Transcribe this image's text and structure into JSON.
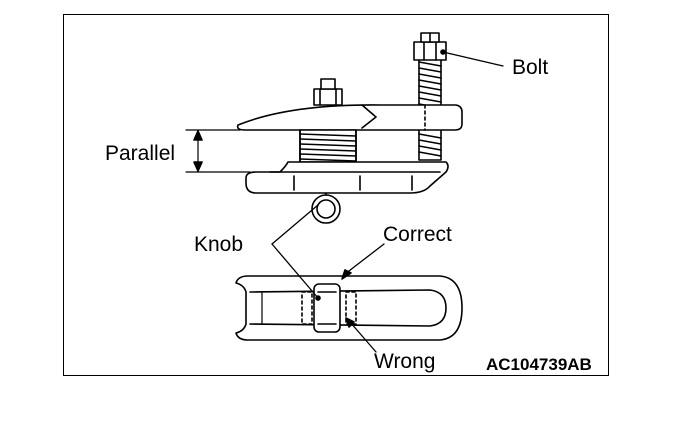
{
  "labels": {
    "bolt": "Bolt",
    "parallel": "Parallel",
    "knob": "Knob",
    "correct": "Correct",
    "wrong": "Wrong"
  },
  "figure_code": "AC104739AB"
}
